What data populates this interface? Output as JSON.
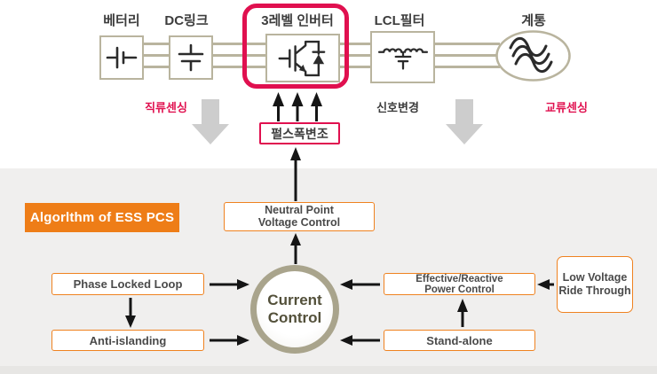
{
  "colors": {
    "accent_red": "#e0104f",
    "accent_orange": "#ee7d17",
    "block_line_tan": "#b9b49e",
    "circle_border": "#a9a48c",
    "arrow_black": "#151515",
    "arrow_gray": "#cdcdcd",
    "bg_top": "#ffffff",
    "bg_bottom": "#f0efee"
  },
  "power_flow": {
    "battery_label": "베터리",
    "dclink_label": "DC링크",
    "inverter_label": "3레벨 인버터",
    "lcl_label": "LCL필터",
    "grid_label": "계통",
    "dc_sensing_label": "직류센싱",
    "pwm_label": "펄스폭변조",
    "signal_change_label": "신호변경",
    "ac_sensing_label": "교류센싱",
    "icons": {
      "battery": "battery-cell-icon",
      "dclink": "capacitor-icon",
      "inverter": "igbt-icon",
      "lcl": "lcl-filter-icon",
      "grid": "ac-grid-wave-icon",
      "dc_sensing": "down-arrow-icon",
      "ac_sensing": "down-arrow-icon",
      "pwm": "up-arrows-icon"
    }
  },
  "algorithm": {
    "title": "Algorlthm of ESS PCS",
    "neutral_point": {
      "line1": "Neutral Point",
      "line2": "Voltage Control"
    },
    "pll_label": "Phase Locked Loop",
    "anti_islanding_label": "Anti-islanding",
    "current_control": {
      "line1": "Current",
      "line2": "Control"
    },
    "effective_reactive": {
      "line1": "Effective/Reactive",
      "line2": "Power Control"
    },
    "standalone_label": "Stand-alone",
    "lvrt": {
      "line1": "Low Voltage",
      "line2": "Ride Through"
    }
  }
}
